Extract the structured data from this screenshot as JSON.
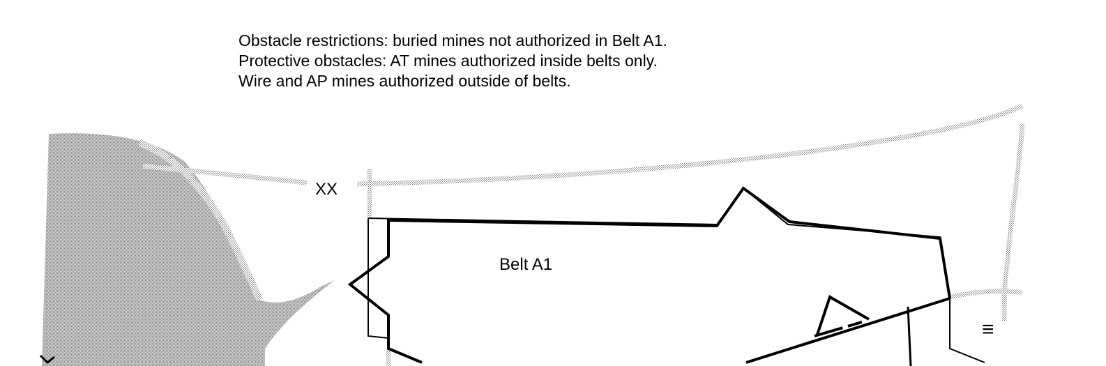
{
  "notes": [
    "Obstacle restrictions: buried mines not authorized in Belt A1.",
    "Protective obstacles: AT mines authorized inside belts only.",
    "Wire and AP mines authorized outside of belts."
  ],
  "map": {
    "boundary_symbol": "XX",
    "belt_label": "Belt A1",
    "unit_symbol": "≡",
    "colors": {
      "line": "#000000",
      "stipple": "#9a9a9a",
      "background": "#ffffff"
    }
  }
}
